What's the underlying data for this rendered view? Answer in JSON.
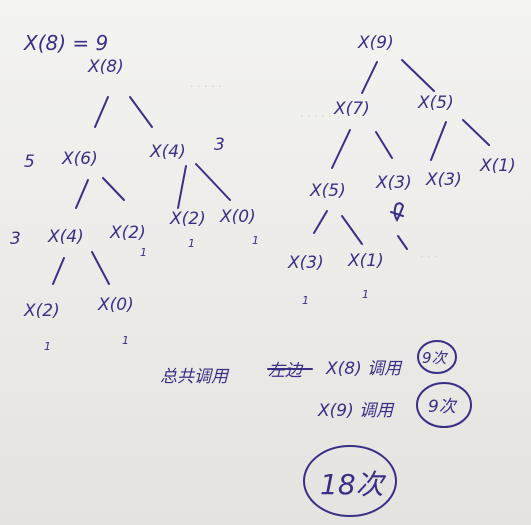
{
  "ink_color": "#3a2f86",
  "paper_color": "#eeeeec",
  "heading": "X(8) = 9",
  "left_tree": {
    "root": "X(8)",
    "level1": [
      "X(6)",
      "X(4)"
    ],
    "level1_counts": [
      "5",
      "3"
    ],
    "level2": [
      "X(4)",
      "X(2)",
      "X(2)",
      "X(0)"
    ],
    "level2_counts": [
      "3",
      "1",
      "1",
      "1"
    ],
    "level3": [
      "X(2)",
      "X(0)"
    ],
    "level3_counts": [
      "1",
      "1"
    ]
  },
  "right_tree": {
    "root": "X(9)",
    "level1": [
      "X(7)",
      "X(5)"
    ],
    "level2": [
      "X(5)",
      "X(3)",
      "X(3)",
      "X(1)"
    ],
    "level3": [
      "X(3)",
      "X(1)"
    ],
    "level3_counts": [
      "1",
      "1"
    ]
  },
  "summary": {
    "line1_label": "总共调用",
    "line1_crossed": "左边",
    "line1_expr": "X(8) 调用",
    "line1_circled": "9次",
    "line2_expr": "X(9) 调用",
    "line2_circled": "9次",
    "total": "18次"
  }
}
